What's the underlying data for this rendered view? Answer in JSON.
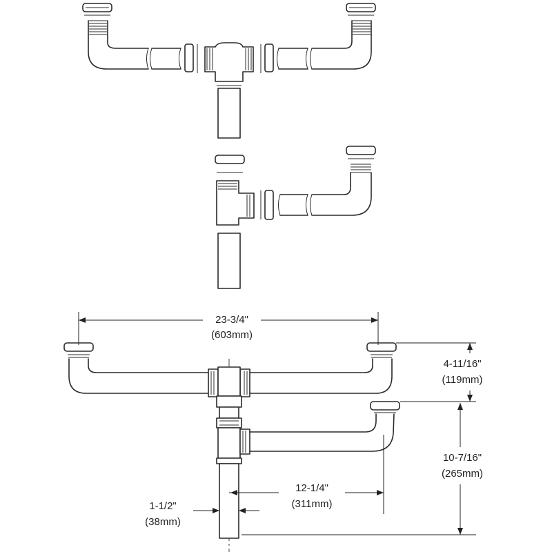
{
  "dimensions": {
    "overall_width": {
      "imperial": "23-3/4\"",
      "metric": "(603mm)"
    },
    "tee_height": {
      "imperial": "4-11/16\"",
      "metric": "(119mm)"
    },
    "outlet_height": {
      "imperial": "10-7/16\"",
      "metric": "(265mm)"
    },
    "offset_length": {
      "imperial": "12-1/4\"",
      "metric": "(311mm)"
    },
    "pipe_diameter": {
      "imperial": "1-1/2\"",
      "metric": "(38mm)"
    }
  }
}
